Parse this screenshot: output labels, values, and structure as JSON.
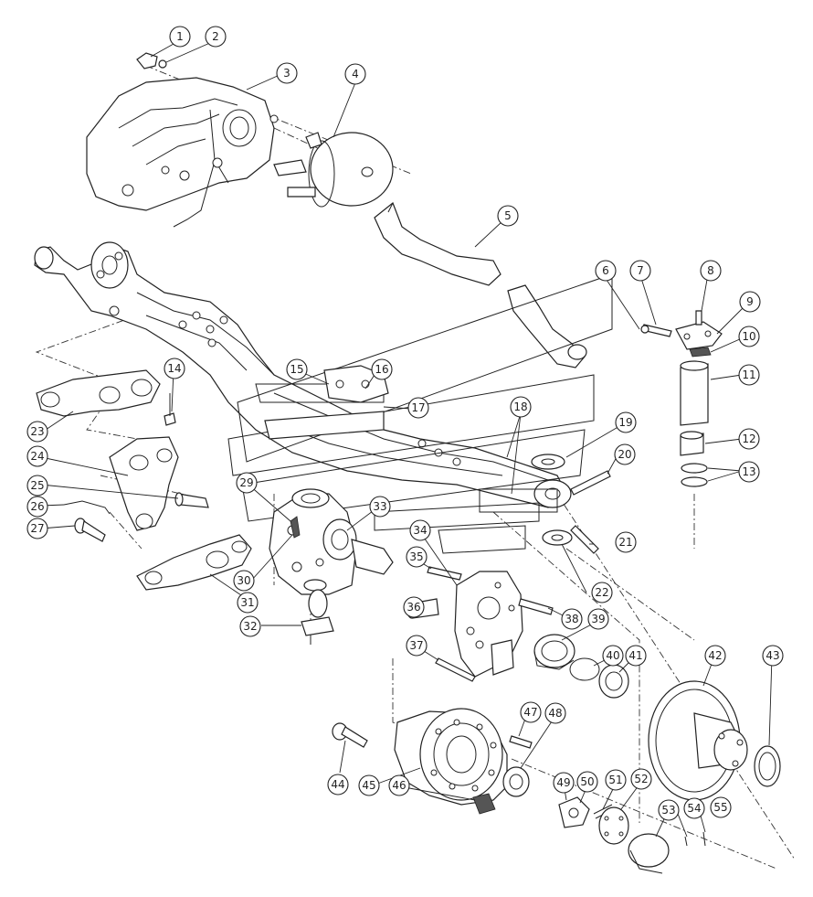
{
  "diagram": {
    "callouts": [
      {
        "id": "c1",
        "label": "1"
      },
      {
        "id": "c2",
        "label": "2"
      },
      {
        "id": "c3",
        "label": "3"
      },
      {
        "id": "c4",
        "label": "4"
      },
      {
        "id": "c5",
        "label": "5"
      },
      {
        "id": "c6",
        "label": "6"
      },
      {
        "id": "c7",
        "label": "7"
      },
      {
        "id": "c8",
        "label": "8"
      },
      {
        "id": "c9",
        "label": "9"
      },
      {
        "id": "c10",
        "label": "10"
      },
      {
        "id": "c11",
        "label": "11"
      },
      {
        "id": "c12",
        "label": "12"
      },
      {
        "id": "c13",
        "label": "13"
      },
      {
        "id": "c14",
        "label": "14"
      },
      {
        "id": "c15",
        "label": "15"
      },
      {
        "id": "c16",
        "label": "16"
      },
      {
        "id": "c17",
        "label": "17"
      },
      {
        "id": "c18",
        "label": "18"
      },
      {
        "id": "c19",
        "label": "19"
      },
      {
        "id": "c20",
        "label": "20"
      },
      {
        "id": "c21",
        "label": "21"
      },
      {
        "id": "c22",
        "label": "22"
      },
      {
        "id": "c23",
        "label": "23"
      },
      {
        "id": "c24",
        "label": "24"
      },
      {
        "id": "c25",
        "label": "25"
      },
      {
        "id": "c26",
        "label": "26"
      },
      {
        "id": "c27",
        "label": "27"
      },
      {
        "id": "c29",
        "label": "29"
      },
      {
        "id": "c30",
        "label": "30"
      },
      {
        "id": "c31",
        "label": "31"
      },
      {
        "id": "c32",
        "label": "32"
      },
      {
        "id": "c33",
        "label": "33"
      },
      {
        "id": "c34",
        "label": "34"
      },
      {
        "id": "c35",
        "label": "35"
      },
      {
        "id": "c36",
        "label": "36"
      },
      {
        "id": "c37",
        "label": "37"
      },
      {
        "id": "c38",
        "label": "38"
      },
      {
        "id": "c39",
        "label": "39"
      },
      {
        "id": "c40",
        "label": "40"
      },
      {
        "id": "c41",
        "label": "41"
      },
      {
        "id": "c42",
        "label": "42"
      },
      {
        "id": "c43",
        "label": "43"
      },
      {
        "id": "c44",
        "label": "44"
      },
      {
        "id": "c45",
        "label": "45"
      },
      {
        "id": "c46",
        "label": "46"
      },
      {
        "id": "c47",
        "label": "47"
      },
      {
        "id": "c48",
        "label": "48"
      },
      {
        "id": "c49",
        "label": "49"
      },
      {
        "id": "c50",
        "label": "50"
      },
      {
        "id": "c51",
        "label": "51"
      },
      {
        "id": "c52",
        "label": "52"
      },
      {
        "id": "c53",
        "label": "53"
      },
      {
        "id": "c54",
        "label": "54"
      },
      {
        "id": "c55",
        "label": "55"
      }
    ]
  }
}
